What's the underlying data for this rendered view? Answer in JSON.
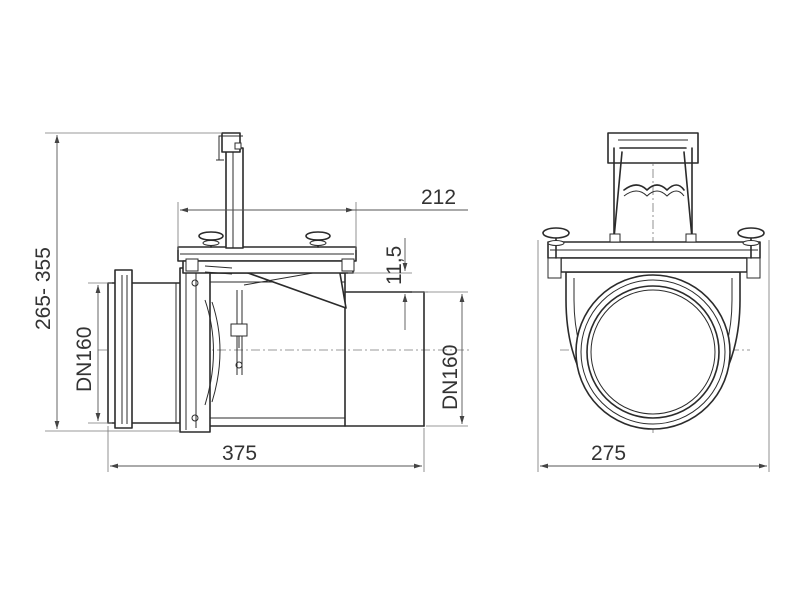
{
  "drawing": {
    "dimensions": {
      "height_range": "265- 355",
      "inlet_dn": "DN160",
      "outlet_dn": "DN160",
      "top_width": "212",
      "offset": "11,5",
      "length": "375",
      "width": "275"
    }
  }
}
